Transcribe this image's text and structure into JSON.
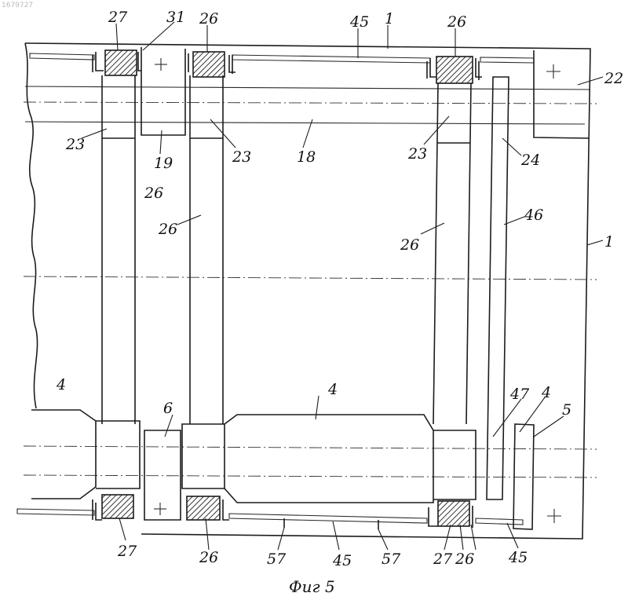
{
  "stamp": "1679727",
  "caption": "Фиг 5",
  "labels": {
    "t27": "27",
    "t31": "31",
    "t26a": "26",
    "t45": "45",
    "t1a": "1",
    "t26b": "26",
    "r22": "22",
    "r1": "1",
    "r24": "24",
    "r46": "46",
    "c23a": "23",
    "c19": "19",
    "c23b": "23",
    "c18": "18",
    "c23c": "23",
    "c26a": "26",
    "c26b": "26",
    "c26c": "26",
    "m4a": "4",
    "m4b": "4",
    "m6": "6",
    "m47": "47",
    "m4c": "4",
    "m5": "5",
    "b27a": "27",
    "b26a": "26",
    "b57a": "57",
    "b45a": "45",
    "b57b": "57",
    "b27b": "27",
    "b26b": "26",
    "b45b": "45"
  }
}
